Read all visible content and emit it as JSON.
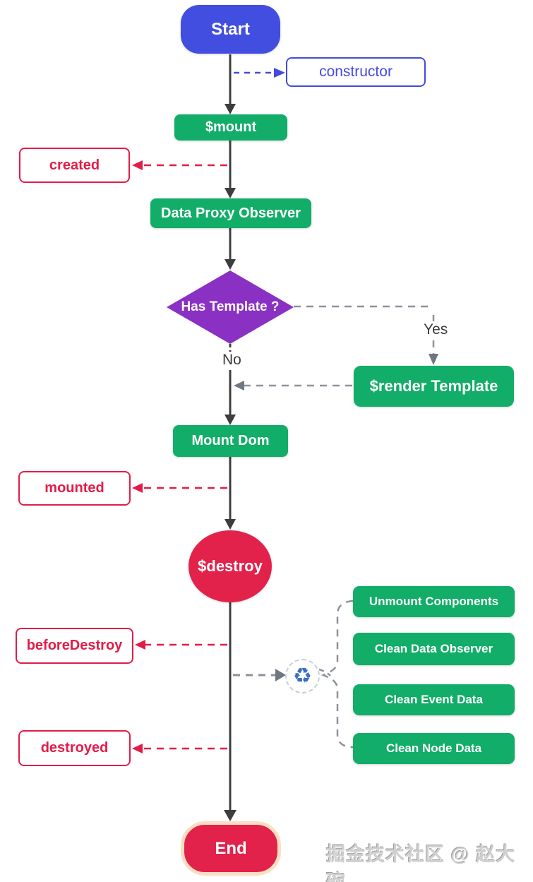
{
  "nodes": {
    "start": "Start",
    "constructor": "constructor",
    "mount": "$mount",
    "created": "created",
    "data_proxy_observer": "Data Proxy Observer",
    "has_template": "Has Template ?",
    "yes": "Yes",
    "no": "No",
    "render_template": "$render Template",
    "mount_dom": "Mount Dom",
    "mounted": "mounted",
    "destroy": "$destroy",
    "before_destroy": "beforeDestroy",
    "cleanup_steps": [
      "Unmount Components",
      "Clean Data Observer",
      "Clean Event Data",
      "Clean Node Data"
    ],
    "destroyed": "destroyed",
    "end": "End"
  },
  "icons": {
    "recycle": "♻"
  },
  "watermark": "掘金技术社区 @ 赵大碗",
  "colors": {
    "start_blue": "#424ee0",
    "constructor_blue": "#4449e0",
    "green": "#12ad68",
    "purple": "#8a31c3",
    "red": "#e2224a",
    "red_outline": "#e31c47",
    "line_dark": "#3d3d3d",
    "line_gray": "#8b929b",
    "end_border": "#fadfc2"
  }
}
